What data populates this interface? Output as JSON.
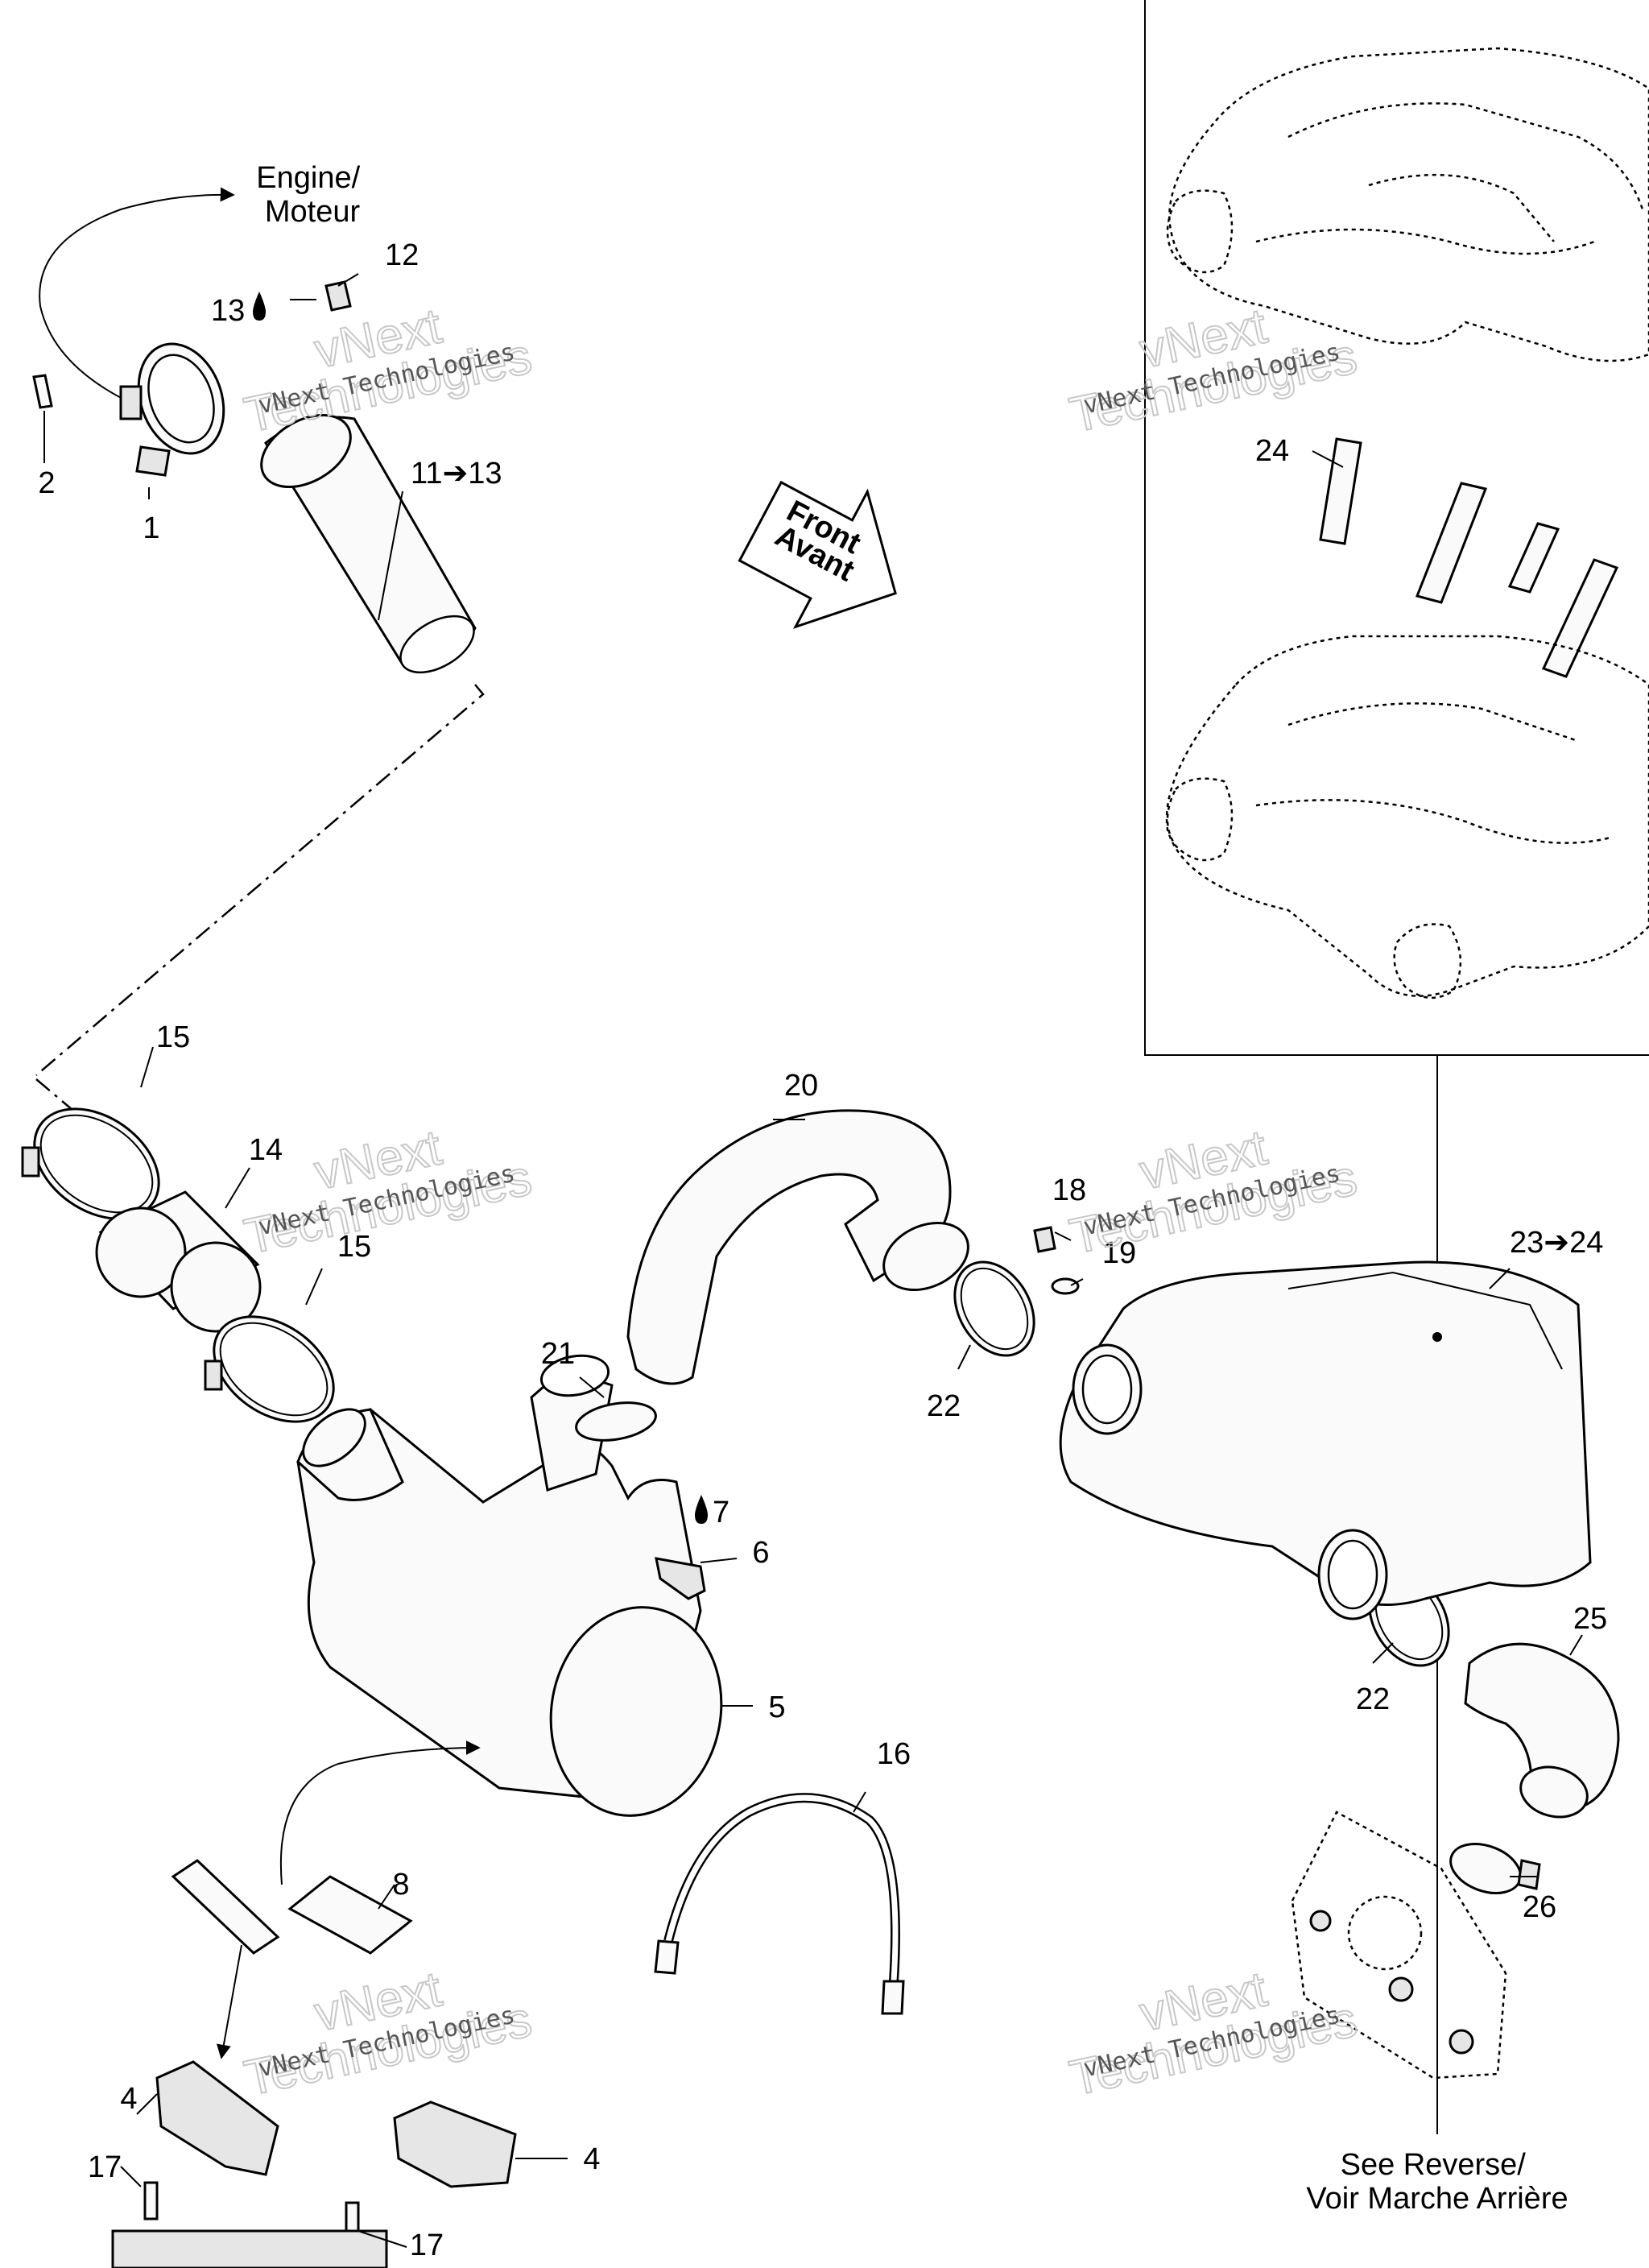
{
  "labels": {
    "engine": [
      "Engine/",
      "Moteur"
    ],
    "front": [
      "Front",
      "Avant"
    ],
    "see_reverse": [
      "See Reverse/",
      "Voir Marche Arrière"
    ]
  },
  "callouts": {
    "c1": "1",
    "c2": "2",
    "c4a": "4",
    "c4b": "4",
    "c5": "5",
    "c6": "6",
    "c7": "7",
    "c8": "8",
    "c11_13": "11➔13",
    "c12": "12",
    "c13": "13",
    "c14": "14",
    "c15a": "15",
    "c15b": "15",
    "c16": "16",
    "c17a": "17",
    "c17b": "17",
    "c18": "18",
    "c19": "19",
    "c20": "20",
    "c21": "21",
    "c22a": "22",
    "c22b": "22",
    "c23_24": "23➔24",
    "c24": "24",
    "c25": "25",
    "c26": "26"
  },
  "watermark": {
    "main": "vNext",
    "main2": "Technologies",
    "sub": "vNext Technologies"
  },
  "icons": {
    "fluid_drop": "drop-icon",
    "direction_arrow": "front-arrow-icon"
  }
}
